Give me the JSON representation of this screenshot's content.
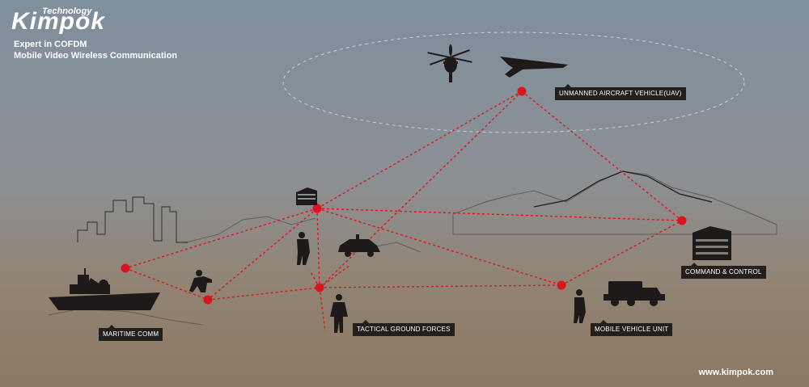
{
  "brand": {
    "name": "Kimpok",
    "sub": "Technology",
    "tagline_1": "Expert in COFDM",
    "tagline_2": "Mobile Video Wireless Communication"
  },
  "labels": {
    "uav": "UNMANNED AIRCRAFT VEHICLE(UAV)",
    "command": "COMMAND & CONTROL",
    "maritime": "MARITIME COMM",
    "tactical": "TACTICAL GROUND FORCES",
    "vehicle": "MOBILE VEHICLE UNIT"
  },
  "website": "www.kimpok.com",
  "colors": {
    "sky_top": "#7f8f9c",
    "ground": "#8e7a66",
    "link": "#e0141b",
    "node": "#d9141c",
    "silhouette": "#1d1a19"
  }
}
